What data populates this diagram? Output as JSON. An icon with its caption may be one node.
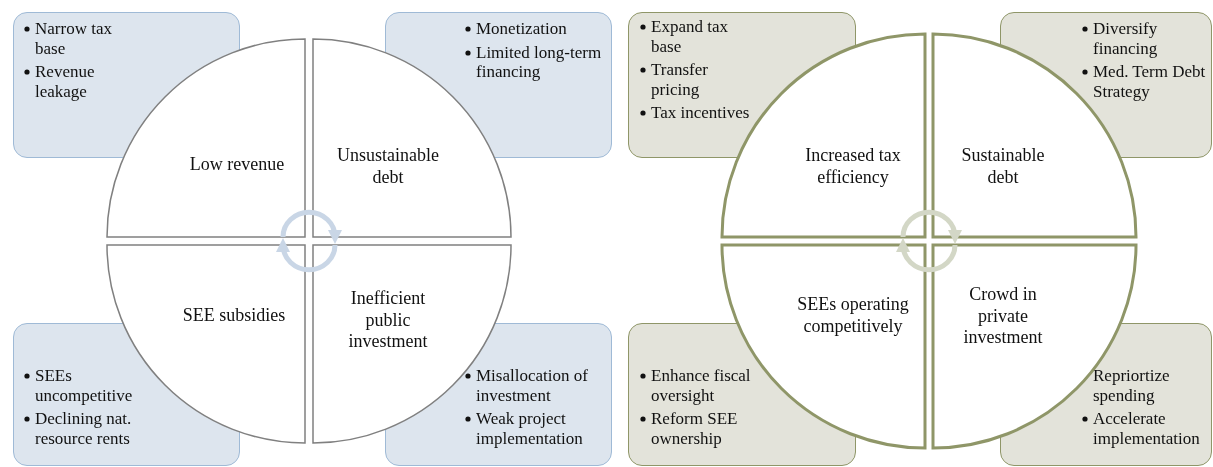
{
  "diagram": {
    "nodes": [
      {
        "text": [
          "Narrow tax base",
          "Revenue leakage"
        ]
      },
      {
        "text": [
          "Monetization",
          "Limited long-term financing"
        ]
      },
      {
        "text": [
          "Low revenue"
        ]
      },
      {
        "text": [
          "Unsustainable debt"
        ]
      },
      {
        "text": [
          "SEE subsidies"
        ]
      },
      {
        "text": [
          "Inefficient public investment"
        ]
      },
      {
        "text": [
          "SEEs uncompetitive",
          "Declining nat. resource rents"
        ]
      },
      {
        "text": [
          "Misallocation of investment",
          "Weak project implementation"
        ]
      },
      {
        "text": [
          "Expand tax base",
          "Transfer pricing",
          "Tax incentives"
        ]
      },
      {
        "text": [
          "Diversify financing",
          "Med. Term Debt Strategy"
        ]
      },
      {
        "text": [
          "Increased tax efficiency"
        ]
      },
      {
        "text": [
          "Sustainable debt"
        ]
      },
      {
        "text": [
          "SEEs operating competitively"
        ]
      },
      {
        "text": [
          "Crowd in private investment"
        ]
      },
      {
        "text": [
          "Enhance fiscal oversight",
          "Reform SEE ownership"
        ]
      },
      {
        "text": [
          "Repriortize spending",
          "Accelerate implementation"
        ]
      }
    ],
    "edges": [
      {
        "from": 2,
        "to": 3,
        "arrow": "to",
        "color": "#c9d6e6"
      },
      {
        "from": 5,
        "to": 4,
        "arrow": "to",
        "color": "#c9d6e6"
      },
      {
        "from": 10,
        "to": 11,
        "arrow": "to",
        "color": "#d3d7c6"
      },
      {
        "from": 13,
        "to": 12,
        "arrow": "to",
        "color": "#d3d7c6"
      }
    ]
  }
}
